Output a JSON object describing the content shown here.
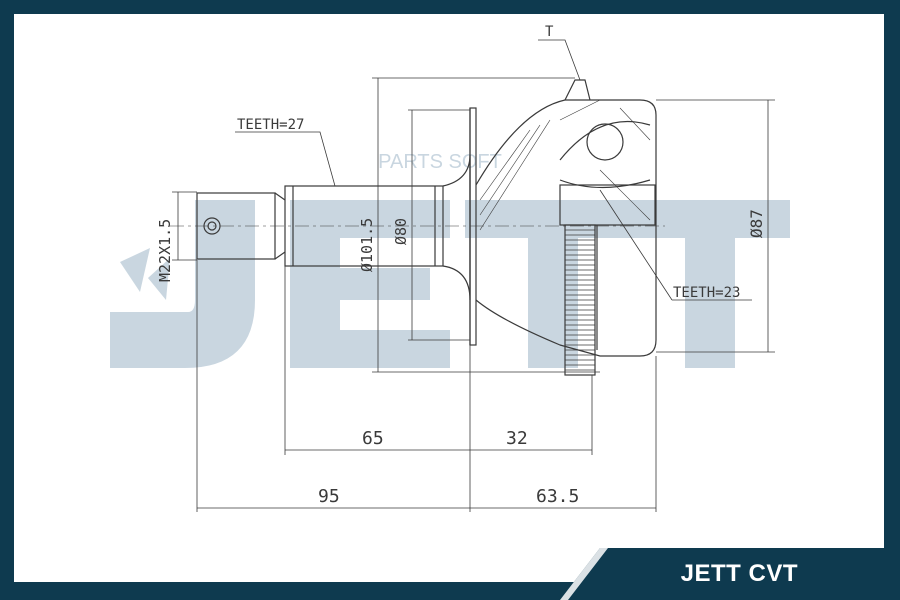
{
  "watermark": {
    "logo_text": "JETT",
    "site_text": "PARTS SOFT"
  },
  "brand": {
    "label": "JETT CVT"
  },
  "dimensions": {
    "thread": "M22X1.5",
    "teeth_inner": "TEETH=27",
    "teeth_outer": "TEETH=23",
    "flange_dia": "Ø101.5",
    "shaft_dia": "Ø80",
    "housing_dia": "Ø87",
    "marker_t": "T",
    "len_65": "65",
    "len_32": "32",
    "len_95": "95",
    "len_63_5": "63.5"
  },
  "colors": {
    "frame": "#0e3a4f",
    "watermark": "#c9d6e0",
    "line": "#3a3a3a"
  }
}
